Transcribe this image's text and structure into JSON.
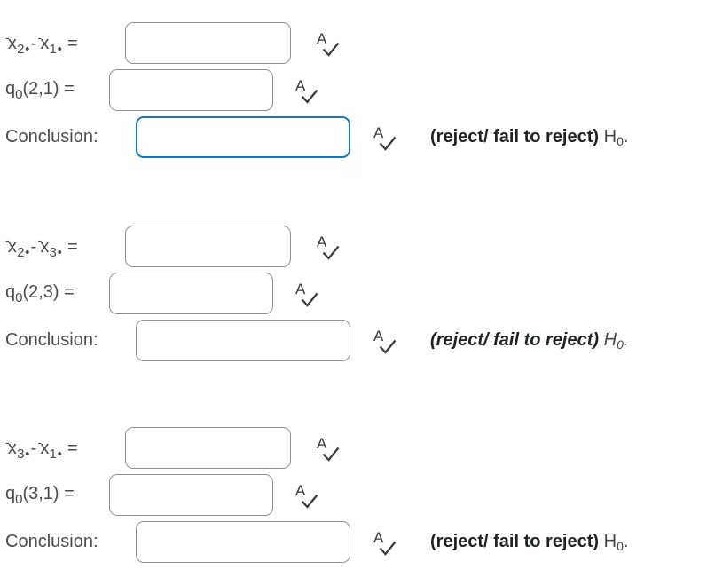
{
  "colors": {
    "focus_border": "#1577bd",
    "input_border": "#8d9296",
    "label_text": "#494c4e",
    "emphasis_text": "#202325",
    "icon": "#3b3e40"
  },
  "icon_letter": "A",
  "groups": [
    {
      "mean": {
        "bar1": "-",
        "x1": "x",
        "sub1": "2",
        "dot1": "•",
        "minus": "-",
        "bar2": "-",
        "x2": "x",
        "sub2": "1",
        "dot2": "•",
        "eq": "="
      },
      "q": {
        "base": "q",
        "sub": "0",
        "rest": "(2,1) ="
      },
      "conclusion_label": "Conclusion:",
      "reject_bold": "(reject/ fail to reject)",
      "h": "H",
      "h_sub": "0",
      "period": ".",
      "reject_italic": false,
      "values": {
        "mean": "",
        "q": "",
        "conclusion": ""
      }
    },
    {
      "mean": {
        "bar1": "-",
        "x1": "x",
        "sub1": "2",
        "dot1": "•",
        "minus": "-",
        "bar2": "-",
        "x2": "x",
        "sub2": "3",
        "dot2": "•",
        "eq": "="
      },
      "q": {
        "base": "q",
        "sub": "0",
        "rest": "(2,3) ="
      },
      "conclusion_label": "Conclusion:",
      "reject_bold": "(reject/ fail to reject)",
      "h": "H",
      "h_sub": "0",
      "period": ".",
      "reject_italic": true,
      "values": {
        "mean": "",
        "q": "",
        "conclusion": ""
      }
    },
    {
      "mean": {
        "bar1": "-",
        "x1": "x",
        "sub1": "3",
        "dot1": "•",
        "minus": "-",
        "bar2": "-",
        "x2": "x",
        "sub2": "1",
        "dot2": "•",
        "eq": "="
      },
      "q": {
        "base": "q",
        "sub": "0",
        "rest": "(3,1) ="
      },
      "conclusion_label": "Conclusion:",
      "reject_bold": "(reject/ fail to reject)",
      "h": "H",
      "h_sub": "0",
      "period": ".",
      "reject_italic": false,
      "values": {
        "mean": "",
        "q": "",
        "conclusion": ""
      }
    }
  ]
}
